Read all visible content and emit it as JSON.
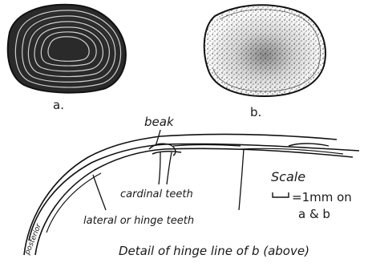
{
  "figure": {
    "label_a": "a.",
    "label_b": "b.",
    "beak_label": "beak",
    "cardinal_teeth_label": "cardinal teeth",
    "lateral_teeth_label": "lateral or hinge teeth",
    "posterior_label": "posterior",
    "scale_title": "Scale",
    "scale_value_line1": "=1mm on",
    "scale_value_line2": "a & b",
    "caption": "Detail of hinge line of b (above)"
  }
}
